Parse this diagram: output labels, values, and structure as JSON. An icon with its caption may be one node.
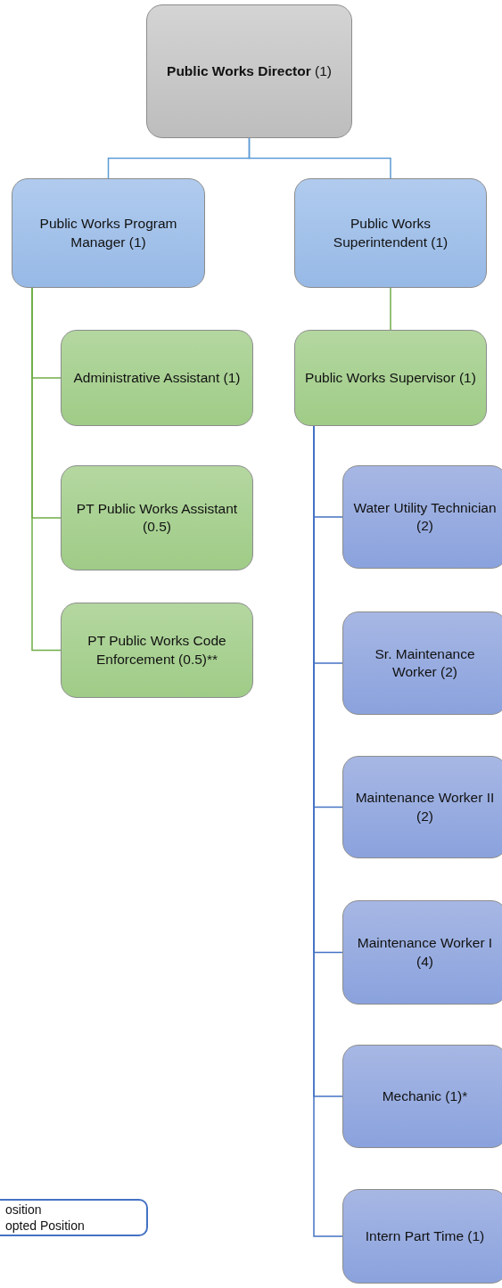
{
  "diagram": {
    "nodes": [
      {
        "text": [
          "**Public Works Director** (1)"
        ]
      },
      {
        "text": [
          "Public Works Program Manager (1)"
        ]
      },
      {
        "text": [
          "Public Works Superintendent (1)"
        ]
      },
      {
        "text": [
          "Administrative Assistant (1)"
        ]
      },
      {
        "text": [
          "PT Public Works Assistant (0.5)"
        ]
      },
      {
        "text": [
          "PT Public Works Code Enforcement (0.5)**"
        ]
      },
      {
        "text": [
          "Public Works Supervisor (1)"
        ]
      },
      {
        "text": [
          "Water Utility Technician (2)"
        ]
      },
      {
        "text": [
          "Sr. Maintenance Worker (2)"
        ]
      },
      {
        "text": [
          "Maintenance Worker II (2)"
        ]
      },
      {
        "text": [
          "Maintenance Worker I (4)"
        ]
      },
      {
        "text": [
          "Mechanic (1)*"
        ]
      },
      {
        "text": [
          "Intern Part Time (1)"
        ]
      },
      {
        "text": [
          "osition",
          "opted Position"
        ]
      }
    ],
    "edges": [
      {
        "from": 0,
        "to": 1,
        "arrow": "none",
        "color": "#5b9bd5"
      },
      {
        "from": 0,
        "to": 2,
        "arrow": "none",
        "color": "#5b9bd5"
      },
      {
        "from": 1,
        "to": 3,
        "arrow": "none",
        "color": "#70ad47"
      },
      {
        "from": 1,
        "to": 4,
        "arrow": "none",
        "color": "#70ad47"
      },
      {
        "from": 1,
        "to": 5,
        "arrow": "none",
        "color": "#70ad47"
      },
      {
        "from": 2,
        "to": 6,
        "arrow": "none",
        "color": "#70ad47"
      },
      {
        "from": 6,
        "to": 7,
        "arrow": "none"
      },
      {
        "from": 6,
        "to": 8,
        "arrow": "none"
      },
      {
        "from": 6,
        "to": 9,
        "arrow": "none"
      },
      {
        "from": 6,
        "to": 10,
        "arrow": "none"
      },
      {
        "from": 6,
        "to": 11,
        "arrow": "none"
      },
      {
        "from": 6,
        "to": 12,
        "arrow": "none"
      }
    ]
  }
}
